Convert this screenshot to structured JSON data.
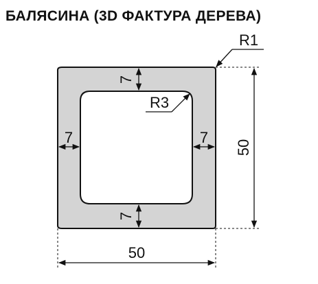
{
  "title": "БАЛЯСИНА (3D ФАКТУРА ДЕРЕВА)",
  "dimensions": {
    "outer_radius": "R1",
    "inner_radius": "R3",
    "wall_top": "7",
    "wall_bottom": "7",
    "wall_left": "7",
    "wall_right": "7",
    "width": "50",
    "height": "50"
  },
  "colors": {
    "profile_fill": "#d4d4d4",
    "line": "#111111"
  }
}
